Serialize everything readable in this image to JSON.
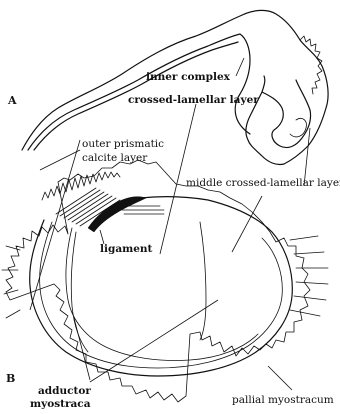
{
  "panels": {
    "a": "A",
    "b": "B"
  },
  "labels": {
    "inner_complex": "inner complex",
    "crossed_lamellar": "crossed-lamellar layer",
    "outer_prismatic_1": "outer prismatic",
    "outer_prismatic_2": "calcite layer",
    "middle_crossed": "middle crossed-lamellar layer",
    "ligament": "ligament",
    "adductor_1": "adductor",
    "adductor_2": "myostraca",
    "pallial": "pallial myostracum"
  }
}
